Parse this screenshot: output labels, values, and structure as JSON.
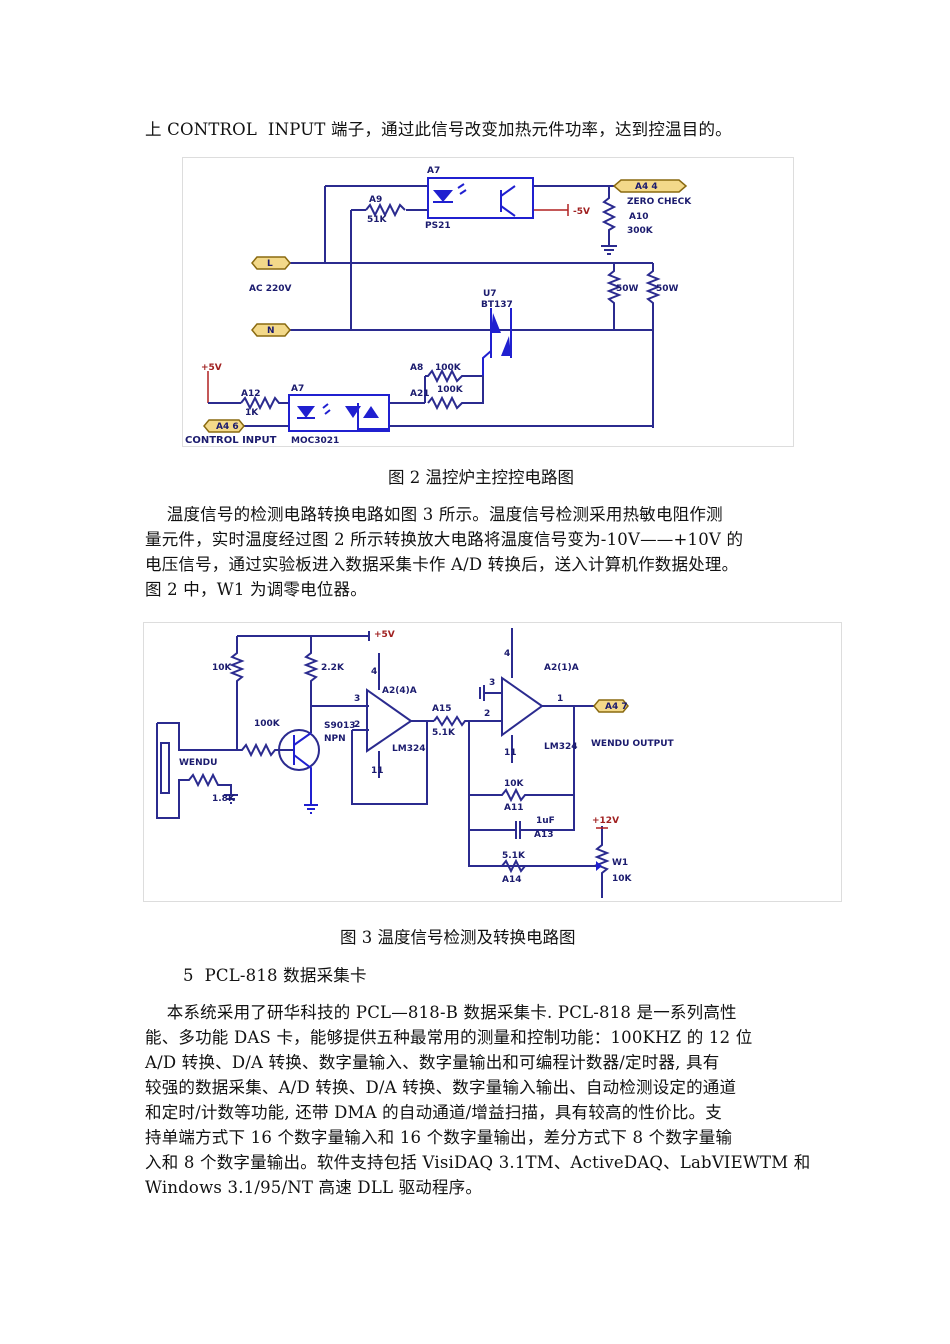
{
  "intro_line": "上 CONTROL  INPUT 端子，通过此信号改变加热元件功率，达到控温目的。",
  "figure2": {
    "caption": "图 2  温控炉主控控电路图",
    "labels": {
      "a7_top": "A7",
      "a9": "A9",
      "a9_val": "51K",
      "pc": "PS21",
      "neg5v": "-5V",
      "a44": "A4 4",
      "zero_check": "ZERO CHECK",
      "a10": "A10",
      "a10_val": "300K",
      "l": "L",
      "n": "N",
      "ac": "AC 220V",
      "heater1": "50W",
      "heater2": "50W",
      "triac_ref": "U7",
      "triac": "BT137",
      "a8": "A8",
      "a8_val": "100K",
      "a21": "A21",
      "a21_val": "100K",
      "pos5v": "+5V",
      "a12": "A12",
      "a12_val": "1K",
      "a7_bot": "A7",
      "a46": "A4 6",
      "control_input": "CONTROL INPUT",
      "moc": "MOC3021"
    }
  },
  "para1": [
    "    温度信号的检测电路转换电路如图 3 所示。温度信号检测采用热敏电阻作测",
    "量元件，实时温度经过图 2 所示转换放大电路将温度信号变为-10V——+10V 的",
    "电压信号，通过实验板进入数据采集卡作 A/D 转换后，送入计算机作数据处理。",
    "图 2 中，W1 为调零电位器。"
  ],
  "figure3": {
    "caption": "图 3  温度信号检测及转换电路图",
    "labels": {
      "pos5v": "+5V",
      "r10k": "10K",
      "r22k": "2.2K",
      "r100k": "100K",
      "q": "S9013",
      "npn": "NPN",
      "wendu": "WENDU",
      "r1k": "1.8K",
      "pin3": "3",
      "pin2a": "2",
      "u1": "A2(4)A",
      "lm1": "LM324",
      "p4a": "4",
      "p11a": "11",
      "a15": "A15",
      "a15_val": "5.1K",
      "u2": "A2(1)A",
      "pin3b": "3",
      "pin2b": "2",
      "pin1": "1",
      "lm2": "LM324",
      "p4b": "4",
      "p11b": "11",
      "a47": "A4 7",
      "out": "WENDU OUTPUT",
      "r11": "10K",
      "a11": "A11",
      "c": "1uF",
      "a13": "A13",
      "r14": "5.1K",
      "a14": "A14",
      "pos12": "+12V",
      "w1": "W1",
      "w1_val": "10K"
    }
  },
  "section_title": "5  PCL-818 数据采集卡",
  "para2": [
    "    本系统采用了研华科技的 PCL—818-B 数据采集卡. PCL-818 是一系列高性",
    "能、多功能 DAS 卡，能够提供五种最常用的测量和控制功能：100KHZ 的 12 位",
    "A/D 转换、D/A 转换、数字量输入、数字量输出和可编程计数器/定时器, 具有",
    "较强的数据采集、A/D 转换、D/A 转换、数字量输入输出、自动检测设定的通道",
    "和定时/计数等功能, 还带 DMA 的自动通道/增益扫描，具有较高的性价比。支",
    "持单端方式下 16 个数字量输入和 16 个数字量输出，差分方式下 8 个数字量输",
    "入和 8 个数字量输出。软件支持包括 VisiDAQ 3.1TM、ActiveDAQ、LabVIEWTM 和",
    "Windows 3.1/95/NT 高速 DLL 驱动程序。"
  ]
}
